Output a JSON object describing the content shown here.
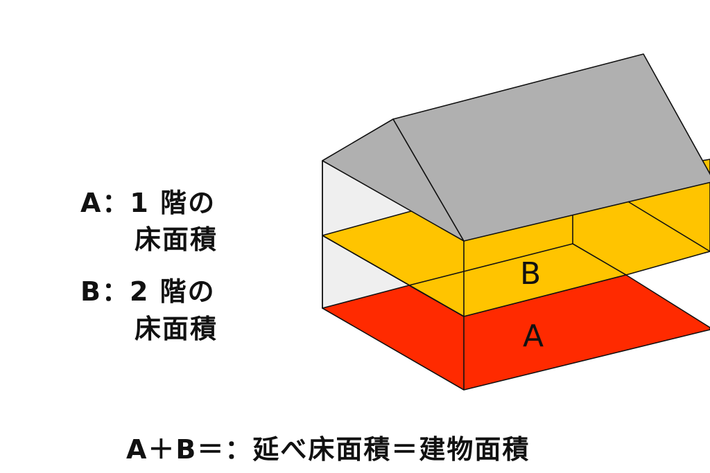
{
  "legend": {
    "a_line1": "A：1 階の",
    "a_line2": "床面積",
    "b_line1": "B：2 階の",
    "b_line2": "床面積"
  },
  "house": {
    "label_upper": "B",
    "label_lower": "A",
    "colors": {
      "roof": "#b0b0b0",
      "wall": "#efefef",
      "second_floor": "#ffc400",
      "first_floor": "#ff2a00",
      "outline": "#111111"
    }
  },
  "formula": "A＋B＝：延べ床面積＝建物面積"
}
